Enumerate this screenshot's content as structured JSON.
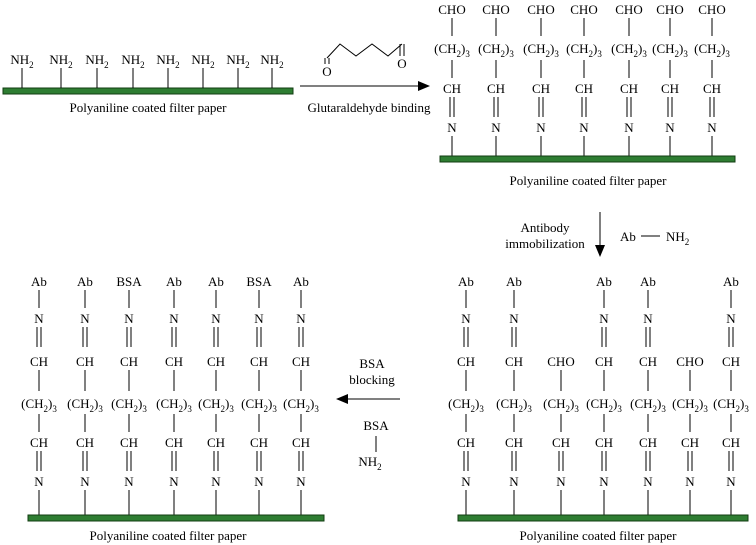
{
  "substrate_label": "Polyaniline coated filter paper",
  "amine_group": "NH",
  "subscript_2": "2",
  "subscript_3": "3",
  "aldehyde_group": "CHO",
  "methylene_open": "(CH",
  "methylene_mid": ")",
  "imine_ch": "CH",
  "imine_n": "N",
  "antibody": "Ab",
  "bsa": "BSA",
  "glutaraldehyde_o": "O",
  "steps": {
    "glutaraldehyde": "Glutaraldehyde binding",
    "antibody_line1": "Antibody",
    "antibody_line2": "immobilization",
    "antibody_reagent_ab": "Ab",
    "bsa_line1": "BSA",
    "bsa_line2": "blocking",
    "bsa_reagent": "BSA"
  },
  "colors": {
    "substrate_bar": "#2e7d32",
    "line": "#000000"
  },
  "panels": {
    "p1_columns": 8,
    "p2_columns": [
      "CHO",
      "CHO",
      "CHO",
      "CHO",
      "CHO",
      "CHO",
      "CHO"
    ],
    "p3_columns": [
      "Ab",
      "Ab",
      "CHO",
      "Ab",
      "Ab",
      "CHO",
      "Ab"
    ],
    "p4_columns": [
      "Ab",
      "Ab",
      "BSA",
      "Ab",
      "Ab",
      "BSA",
      "Ab"
    ]
  }
}
